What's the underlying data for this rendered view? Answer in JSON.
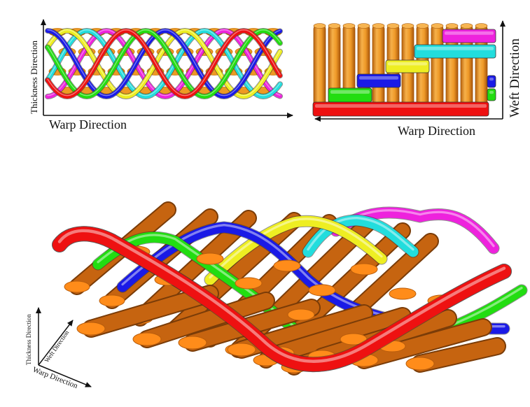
{
  "labels": {
    "front_thickness": "Thickness Direction",
    "front_warp": "Warp Direction",
    "top_weft": "Weft Direction",
    "top_warp": "Warp Direction",
    "iso_thickness": "Thickness Direction",
    "iso_weft": "Weft Direction",
    "iso_warp": "Warp Direction"
  },
  "colors": {
    "red": "#ee1111",
    "green": "#22dd11",
    "blue": "#1a1ae6",
    "yellow": "#eeee22",
    "cyan": "#22dddd",
    "magenta": "#ee22dd",
    "weft_rod": "#ee9a22",
    "weft_rod_3d": "#c66410",
    "weft_cap": "#ff8c1a"
  }
}
